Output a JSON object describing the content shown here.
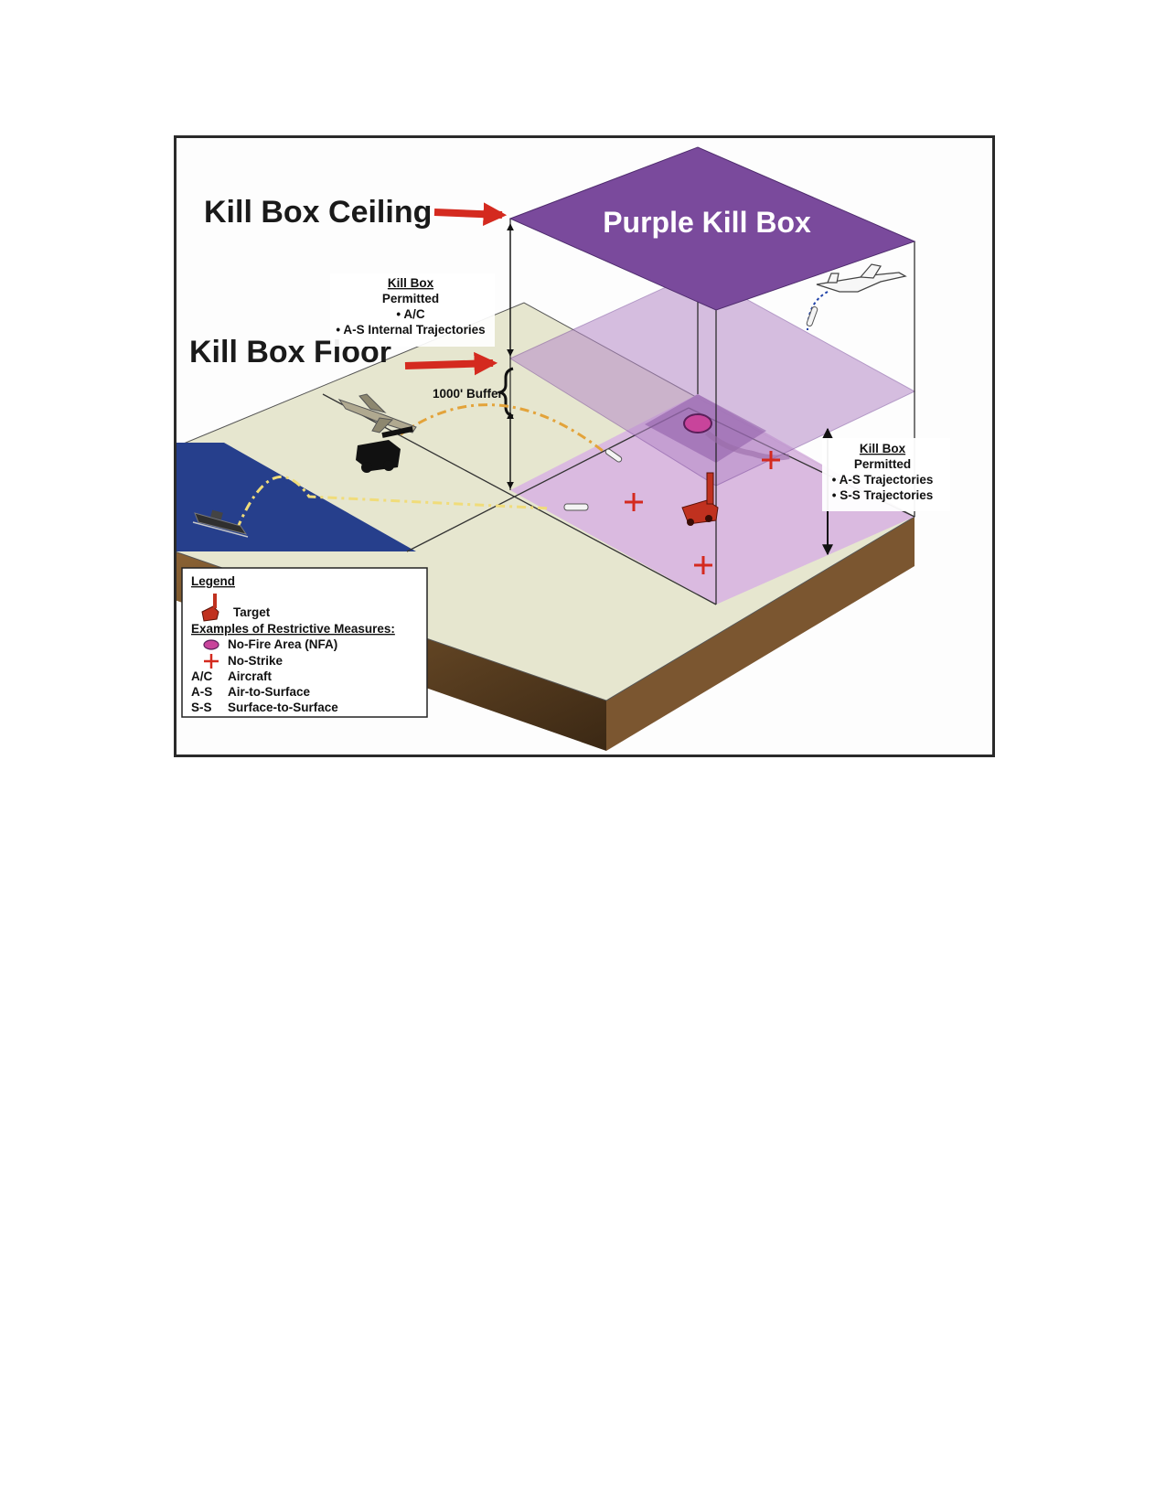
{
  "figure": {
    "ceiling_label": "Kill Box Ceiling",
    "floor_label": "Kill Box Floor",
    "box_title": "Purple Kill Box",
    "buffer_label": "1000' Buffer",
    "upper_note": {
      "heading": "Kill Box",
      "line1": "Permitted",
      "line2": "• A/C",
      "line3": "• A-S Internal Trajectories"
    },
    "lower_note": {
      "heading": "Kill Box",
      "line1": "Permitted",
      "line2": "• A-S Trajectories",
      "line3": "• S-S Trajectories"
    }
  },
  "legend": {
    "title": "Legend",
    "target": "Target",
    "examples_heading": "Examples of Restrictive Measures:",
    "nfa": "No-Fire Area (NFA)",
    "no_strike": "No-Strike",
    "abbrev": [
      {
        "code": "A/C",
        "meaning": "Aircraft"
      },
      {
        "code": "A-S",
        "meaning": "Air-to-Surface"
      },
      {
        "code": "S-S",
        "meaning": "Surface-to-Surface"
      }
    ]
  },
  "colors": {
    "ceiling_purple": "#7a4a9c",
    "floor_purple": "#c7a8d6",
    "ground_purple": "#d9b7e0",
    "terrain": "#e6e6cf",
    "sea": "#263f8c",
    "soil": "#7a5530",
    "arrow_red": "#d42a1f",
    "trajectory": "#e3a33a"
  }
}
